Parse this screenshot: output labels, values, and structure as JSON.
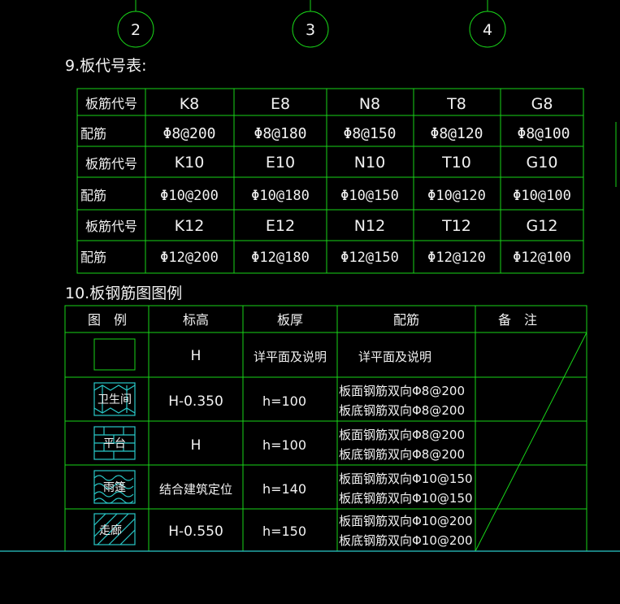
{
  "axis_markers": [
    "2",
    "3",
    "4"
  ],
  "section9": {
    "title": "9.板代号表:",
    "rows": [
      [
        "板筋代号",
        "K8",
        "E8",
        "N8",
        "T8",
        "G8"
      ],
      [
        "配筋",
        "Φ8@200",
        "Φ8@180",
        "Φ8@150",
        "Φ8@120",
        "Φ8@100"
      ],
      [
        "板筋代号",
        "K10",
        "E10",
        "N10",
        "T10",
        "G10"
      ],
      [
        "配筋",
        "Φ10@200",
        "Φ10@180",
        "Φ10@150",
        "Φ10@120",
        "Φ10@100"
      ],
      [
        "板筋代号",
        "K12",
        "E12",
        "N12",
        "T12",
        "G12"
      ],
      [
        "配筋",
        "Φ12@200",
        "Φ12@180",
        "Φ12@150",
        "Φ12@120",
        "Φ12@100"
      ]
    ]
  },
  "section10": {
    "title": "10.板钢筋图图例",
    "headers": [
      "图　例",
      "标高",
      "板厚",
      "配筋",
      "备　注"
    ],
    "rows": [
      {
        "legend": "",
        "legend_pattern": "plain",
        "elevation": "H",
        "thickness": "详平面及说明",
        "rebar": [
          "详平面及说明"
        ]
      },
      {
        "legend": "卫生间",
        "legend_pattern": "hex",
        "elevation": "H-0.350",
        "thickness": "h=100",
        "rebar": [
          "板面钢筋双向Φ8@200",
          "板底钢筋双向Φ8@200"
        ]
      },
      {
        "legend": "平台",
        "legend_pattern": "brick",
        "elevation": "H",
        "thickness": "h=100",
        "rebar": [
          "板面钢筋双向Φ8@200",
          "板底钢筋双向Φ8@200"
        ]
      },
      {
        "legend": "雨篷",
        "legend_pattern": "wave",
        "elevation": "结合建筑定位",
        "thickness": "h=140",
        "rebar": [
          "板面钢筋双向Φ10@150",
          "板底钢筋双向Φ10@150"
        ]
      },
      {
        "legend": "走廊",
        "legend_pattern": "diagonal",
        "elevation": "H-0.550",
        "thickness": "h=150",
        "rebar": [
          "板面钢筋双向Φ10@200",
          "板底钢筋双向Φ10@200"
        ]
      }
    ]
  },
  "colors": {
    "background": "#000000",
    "grid": "#18d418",
    "text": "#f2f2f2",
    "hatch": "#29c9c9"
  }
}
